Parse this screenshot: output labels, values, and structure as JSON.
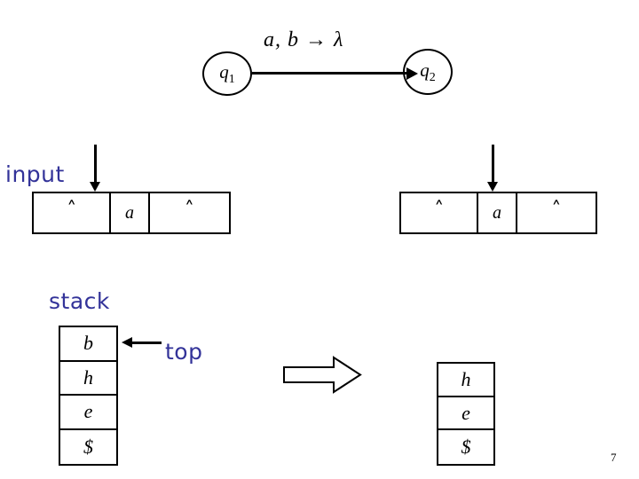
{
  "slide": {
    "page_number": "7"
  },
  "automaton": {
    "states": [
      {
        "name": "q1",
        "base": "q",
        "subscript": "1"
      },
      {
        "name": "q2",
        "base": "q",
        "subscript": "2"
      }
    ],
    "transition": {
      "from": "q1",
      "to": "q2",
      "label": "a,  b → λ",
      "input_symbol": "a",
      "pop_symbol": "b",
      "push_symbol": "λ"
    }
  },
  "labels": {
    "input": "input",
    "stack": "stack",
    "top": "top"
  },
  "before": {
    "tape": {
      "cells": [
        {
          "symbol": "˄",
          "kind": "blank"
        },
        {
          "symbol": "a",
          "kind": "symbol"
        },
        {
          "symbol": "˄",
          "kind": "blank"
        }
      ],
      "head_index": 0
    },
    "stack": {
      "cells": [
        "b",
        "h",
        "e",
        "$"
      ],
      "top_index": 0
    }
  },
  "after": {
    "tape": {
      "cells": [
        {
          "symbol": "˄",
          "kind": "blank"
        },
        {
          "symbol": "a",
          "kind": "symbol"
        },
        {
          "symbol": "˄",
          "kind": "blank"
        }
      ],
      "head_index": 1
    },
    "stack": {
      "cells": [
        "h",
        "e",
        "$"
      ],
      "top_index": 0
    }
  },
  "step_arrow": {
    "direction": "right",
    "style": "hollow-block"
  },
  "colors": {
    "accent_blue": "#333399",
    "ink": "#000000",
    "background": "#ffffff"
  }
}
